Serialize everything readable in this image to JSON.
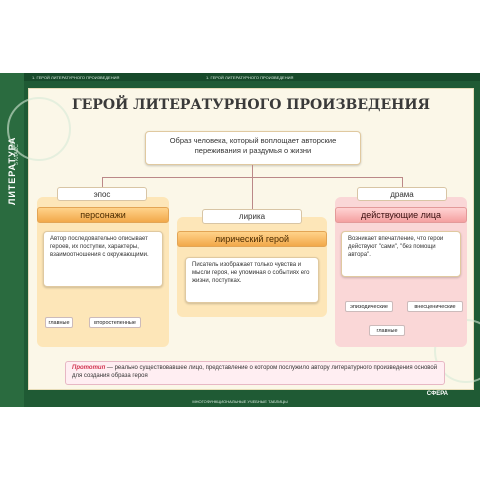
{
  "sidebar": {
    "subject": "ЛИТЕРАТУРА",
    "grade": "5 КЛАСС"
  },
  "strip": {
    "left": "1. ГЕРОЙ ЛИТЕРАТУРНОГО ПРОИЗВЕДЕНИЯ",
    "center": "1. ГЕРОЙ ЛИТЕРАТУРНОГО ПРОИЗВЕДЕНИЯ"
  },
  "title": "ГЕРОЙ ЛИТЕРАТУРНОГО ПРОИЗВЕДЕНИЯ",
  "definition": "Образ человека, который воплощает авторские переживания и раздумья о жизни",
  "epos": {
    "genre": "эпос",
    "term": "персонажи",
    "description": "Автор последовательно описывает героев, их поступки, характеры, взаимоотношения с окружающими.",
    "chips": [
      "главные",
      "второстепенные"
    ]
  },
  "lyrics": {
    "genre": "лирика",
    "term": "лирический герой",
    "description": "Писатель изображает только чувства и мысли героя, не упоминая о событиях его жизни, поступках."
  },
  "drama": {
    "genre": "драма",
    "term": "действующие лица",
    "description": "Возникает впечатление, что герои действуют \"сами\", \"без помощи автора\".",
    "chips": [
      "эпизодические",
      "внесценические",
      "главные"
    ]
  },
  "note": {
    "term": "Прототип",
    "text": " — реально существовавшее лицо, представление о котором послужило автору литературного произведения основой для создания образа героя"
  },
  "brand": "СФЕРА",
  "footer": "МНОГОФУНКЦИОНАЛЬНЫЕ УЧЕБНЫЕ ТАБЛИЦЫ"
}
